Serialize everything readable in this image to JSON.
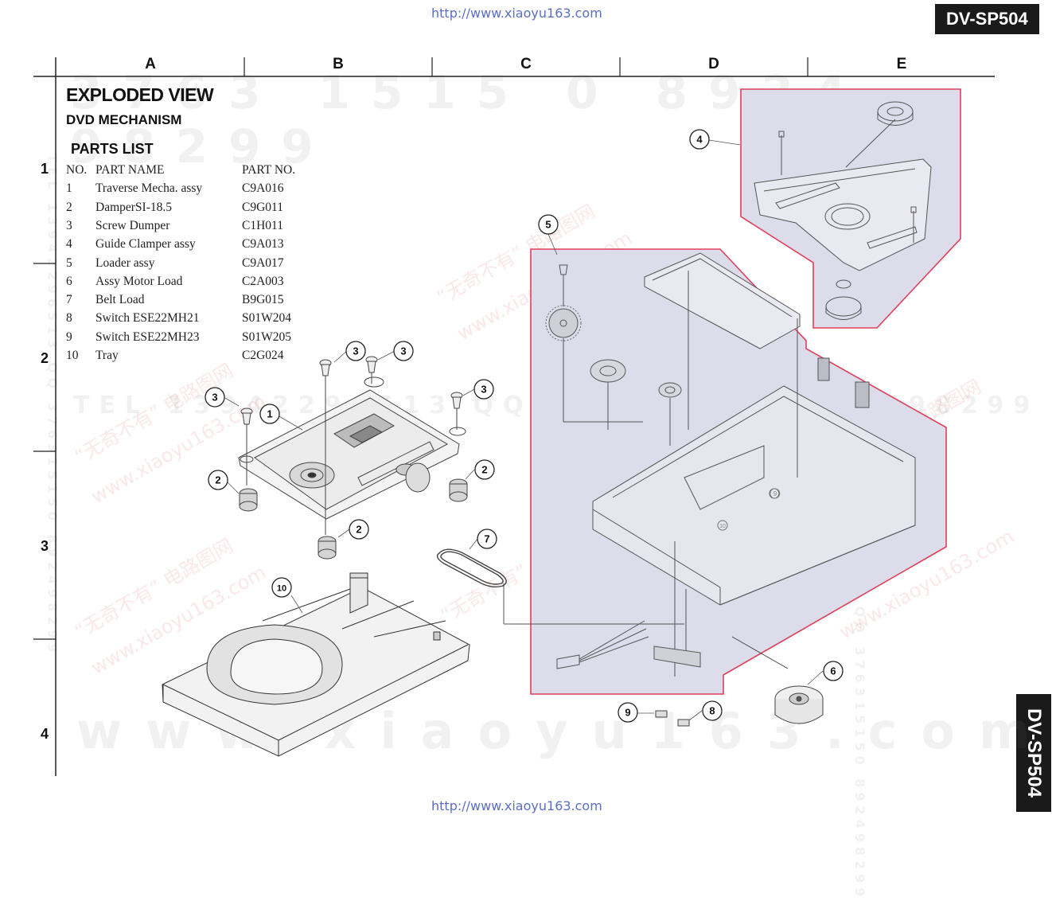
{
  "header": {
    "url_top": "http://www.xiaoyu163.com",
    "url_bottom": "http://www.xiaoyu163.com",
    "model": "DV-SP504",
    "model_side": "DV-SP504"
  },
  "grid": {
    "columns": [
      "A",
      "B",
      "C",
      "D",
      "E"
    ],
    "rows": [
      "1",
      "2",
      "3",
      "4"
    ]
  },
  "page": {
    "title": "EXPLODED VIEW",
    "subtitle": "DVD MECHANISM",
    "parts_list_title": "PARTS LIST"
  },
  "parts_table": {
    "headers": {
      "no": "NO.",
      "name": "PART NAME",
      "part_no": "PART NO."
    },
    "rows": [
      {
        "no": "1",
        "name": "Traverse Mecha. assy",
        "part_no": "C9A016"
      },
      {
        "no": "2",
        "name": "DamperSI-18.5",
        "part_no": "C9G011"
      },
      {
        "no": "3",
        "name": "Screw Dumper",
        "part_no": "C1H011"
      },
      {
        "no": "4",
        "name": "Guide Clamper assy",
        "part_no": "C9A013"
      },
      {
        "no": "5",
        "name": "Loader assy",
        "part_no": "C9A017"
      },
      {
        "no": "6",
        "name": "Assy Motor Load",
        "part_no": "C2A003"
      },
      {
        "no": "7",
        "name": "Belt Load",
        "part_no": "B9G015"
      },
      {
        "no": "8",
        "name": "Switch ESE22MH21",
        "part_no": "S01W204"
      },
      {
        "no": "9",
        "name": "Switch ESE22MH23",
        "part_no": "S01W205"
      },
      {
        "no": "10",
        "name": "Tray",
        "part_no": "C2G024"
      }
    ]
  },
  "callouts": {
    "c1": "1",
    "c2a": "2",
    "c2b": "2",
    "c2c": "2",
    "c3a": "3",
    "c3b": "3",
    "c3c": "3",
    "c3d": "3",
    "c4": "4",
    "c5": "5",
    "c6": "6",
    "c7": "7",
    "c8": "8",
    "c9": "9",
    "c10": "10",
    "inner9": "9",
    "inner10": "10"
  },
  "watermarks": {
    "phone_top": "3763 1515 0  8924 98299",
    "qq_mid": "TEL 13942296513  QQ 376315150  892498299",
    "bottom_big": "www.xiaoyu163.com",
    "side_right": "TEL 13942296513  QQ 376315150  892498299",
    "side_left": "TEL 13942296513  QQ 376315150  892498299",
    "red_cn": "“无奇不有” 电路图网",
    "red_url": "www.xiaoyu163.com"
  },
  "colors": {
    "highlight_fill": "#dcdcea",
    "highlight_stroke": "#e0405a",
    "url": "#5a6fc4"
  }
}
